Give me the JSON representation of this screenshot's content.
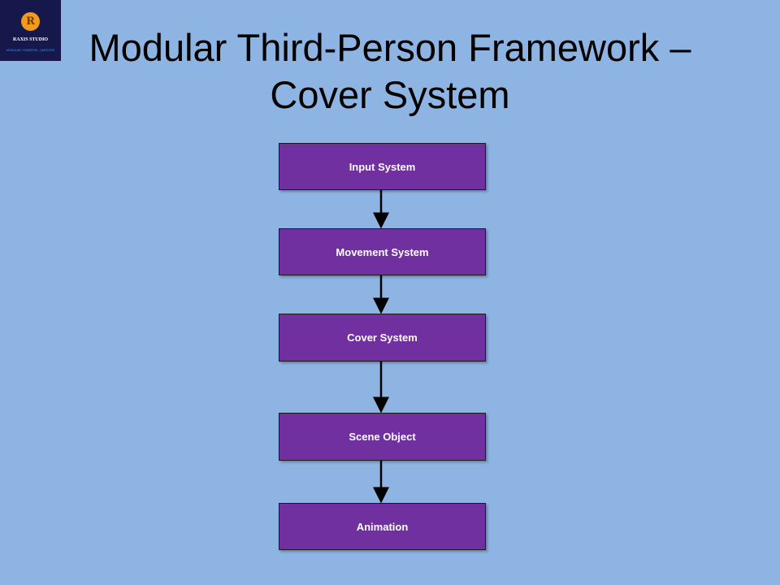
{
  "logo": {
    "name": "RAXIS STUDIO",
    "tagline": "MODULAR. POWERFUL. LIMITLESS",
    "mark": "R"
  },
  "title": "Modular Third-Person Framework – Cover System",
  "nodes": [
    {
      "id": "input",
      "label": "Input System"
    },
    {
      "id": "movement",
      "label": "Movement System"
    },
    {
      "id": "cover",
      "label": "Cover System"
    },
    {
      "id": "scene",
      "label": "Scene Object"
    },
    {
      "id": "animation",
      "label": "Animation"
    }
  ],
  "edges": [
    [
      "input",
      "movement"
    ],
    [
      "movement",
      "cover"
    ],
    [
      "cover",
      "scene"
    ],
    [
      "scene",
      "animation"
    ]
  ],
  "colors": {
    "background": "#8eb4e3",
    "node": "#7030a0",
    "logo_bg": "#16174a"
  }
}
